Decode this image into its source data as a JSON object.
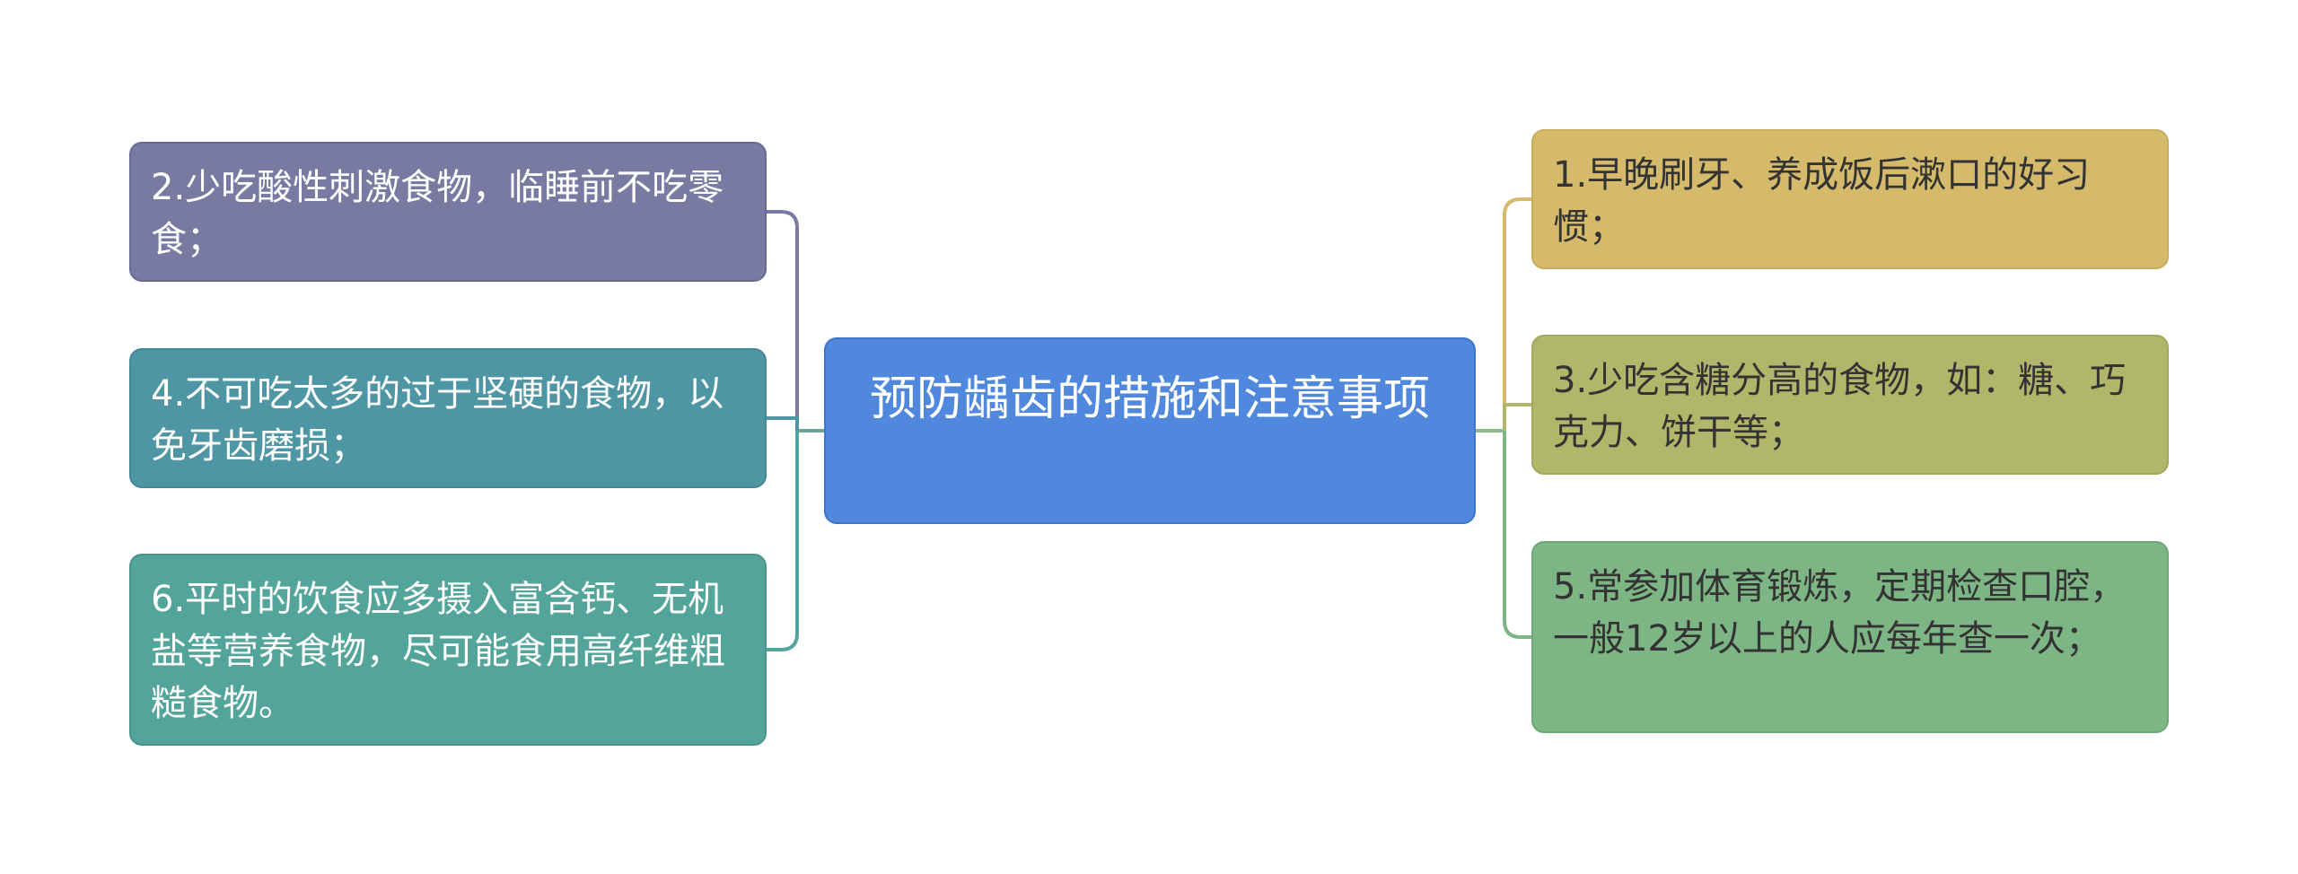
{
  "center": {
    "text": "预防龋齿的措施和注意事项",
    "color": "#4f88dc"
  },
  "left_branches": [
    {
      "text": "2.少吃酸性刺激食物，临睡前不吃零食；",
      "color": "#797aa2"
    },
    {
      "text": "4.不可吃太多的过于坚硬的食物，以免牙齿磨损；",
      "color": "#4f96a5"
    },
    {
      "text": "6.平时的饮食应多摄入富含钙、无机盐等营养食物，尽可能食用高纤维粗糙食物。",
      "color": "#53a49a"
    }
  ],
  "right_branches": [
    {
      "text": "1.早晚刷牙、养成饭后漱口的好习惯；",
      "color": "#d4ba6a"
    },
    {
      "text": "3.少吃含糖分高的食物，如：糖、巧克力、饼干等；",
      "color": "#b0b66a"
    },
    {
      "text": "5.常参加体育锻炼，定期检查口腔，一般12岁以上的人应每年查一次；",
      "color": "#7db585"
    }
  ]
}
